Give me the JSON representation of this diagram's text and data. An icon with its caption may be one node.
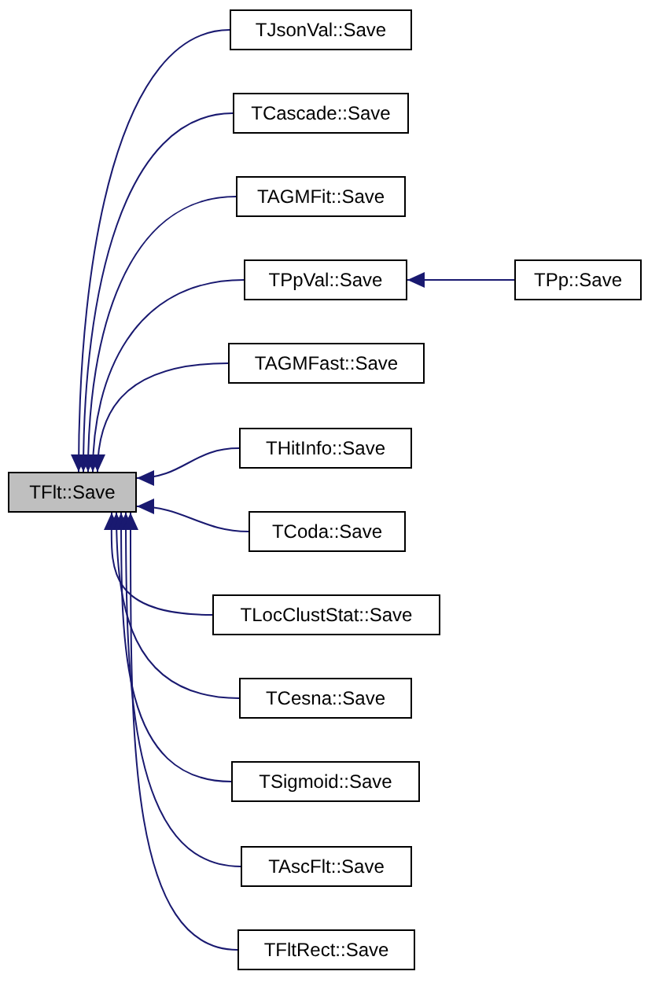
{
  "diagram": {
    "nodes": [
      {
        "text": [
          "TFlt::Save"
        ]
      },
      {
        "text": [
          "TJsonVal::Save"
        ]
      },
      {
        "text": [
          "TCascade::Save"
        ]
      },
      {
        "text": [
          "TAGMFit::Save"
        ]
      },
      {
        "text": [
          "TPpVal::Save"
        ]
      },
      {
        "text": [
          "TAGMFast::Save"
        ]
      },
      {
        "text": [
          "THitInfo::Save"
        ]
      },
      {
        "text": [
          "TCoda::Save"
        ]
      },
      {
        "text": [
          "TLocClustStat::Save"
        ]
      },
      {
        "text": [
          "TCesna::Save"
        ]
      },
      {
        "text": [
          "TSigmoid::Save"
        ]
      },
      {
        "text": [
          "TAscFlt::Save"
        ]
      },
      {
        "text": [
          "TFltRect::Save"
        ]
      },
      {
        "text": [
          "TPp::Save"
        ]
      }
    ],
    "edges": [
      {
        "from": 1,
        "to": 0,
        "arrow": "to"
      },
      {
        "from": 2,
        "to": 0,
        "arrow": "to"
      },
      {
        "from": 3,
        "to": 0,
        "arrow": "to"
      },
      {
        "from": 4,
        "to": 0,
        "arrow": "to"
      },
      {
        "from": 5,
        "to": 0,
        "arrow": "to"
      },
      {
        "from": 6,
        "to": 0,
        "arrow": "to"
      },
      {
        "from": 7,
        "to": 0,
        "arrow": "to"
      },
      {
        "from": 8,
        "to": 0,
        "arrow": "to"
      },
      {
        "from": 9,
        "to": 0,
        "arrow": "to"
      },
      {
        "from": 10,
        "to": 0,
        "arrow": "to"
      },
      {
        "from": 11,
        "to": 0,
        "arrow": "to"
      },
      {
        "from": 12,
        "to": 0,
        "arrow": "to"
      },
      {
        "from": 13,
        "to": 4,
        "arrow": "to"
      }
    ]
  }
}
